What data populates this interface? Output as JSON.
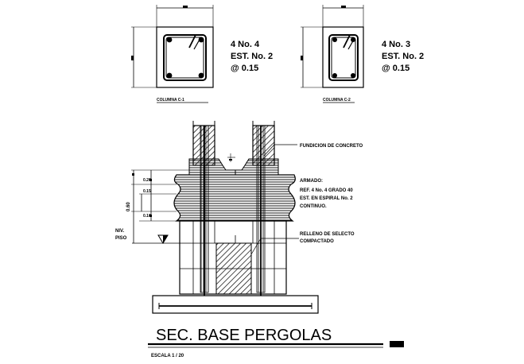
{
  "section_col1": {
    "rebar": "4 No. 4",
    "stirrup": "EST. No. 2",
    "spacing": "@ 0.15",
    "caption": "COLUMNA C-1"
  },
  "section_col2": {
    "rebar": "4 No. 3",
    "stirrup": "EST. No. 2",
    "spacing": "@ 0.15",
    "caption": "COLUMNA C-2"
  },
  "elevation": {
    "label_fundicion": "FUNDICION DE CONCRETO",
    "armado_title": "ARMADO:",
    "armado_line1": "REF. 4 No. 4 GRADO 40",
    "armado_line2": "EST. EN ESPIRAL No. 2",
    "armado_line3": "CONTINUO.",
    "relleno_line1": "RELLENO DE SELECTO",
    "relleno_line2": "COMPACTADO",
    "nivel_line1": "NIV.",
    "nivel_line2": "PISO",
    "dim_total": "0.60",
    "dim_a": "0.20",
    "dim_b": "0.15",
    "dim_c": "0.10"
  },
  "title_block": {
    "title": "SEC. BASE PERGOLAS",
    "scale": "ESCALA 1 / 20"
  }
}
